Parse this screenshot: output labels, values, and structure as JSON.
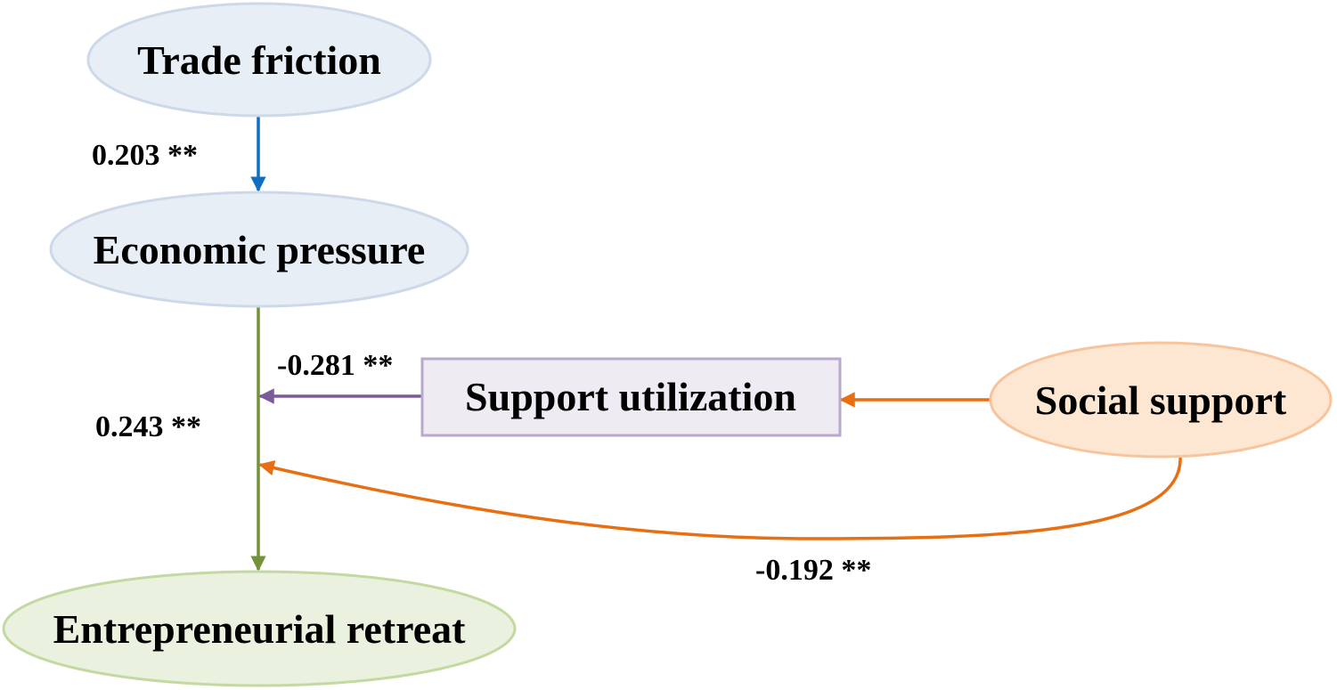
{
  "nodes": {
    "trade_friction": {
      "label": "Trade friction"
    },
    "economic_pressure": {
      "label": "Economic pressure"
    },
    "entrepreneurial_retreat": {
      "label": "Entrepreneurial retreat"
    },
    "support_utilization": {
      "label": "Support utilization"
    },
    "social_support": {
      "label": "Social support"
    }
  },
  "paths": {
    "trade_to_pressure": {
      "coefficient": "0.203 **"
    },
    "pressure_to_retreat": {
      "coefficient": "0.243 **"
    },
    "utilization_to_path": {
      "coefficient": "-0.281 **"
    },
    "social_to_path": {
      "coefficient": "-0.192 **"
    }
  },
  "colors": {
    "blue_node_fill": "#e8eef6",
    "blue_node_stroke": "#cdd9e9",
    "green_node_fill": "#eaf1df",
    "green_node_stroke": "#c3d9a2",
    "purple_node_fill": "#efebf3",
    "purple_node_stroke": "#b9a9cb",
    "orange_node_fill": "#fde7d3",
    "orange_node_stroke": "#f7c49c",
    "blue_arrow": "#0f6fc0",
    "green_arrow": "#74923a",
    "purple_arrow": "#7a5c9c",
    "orange_arrow": "#e86e12"
  }
}
